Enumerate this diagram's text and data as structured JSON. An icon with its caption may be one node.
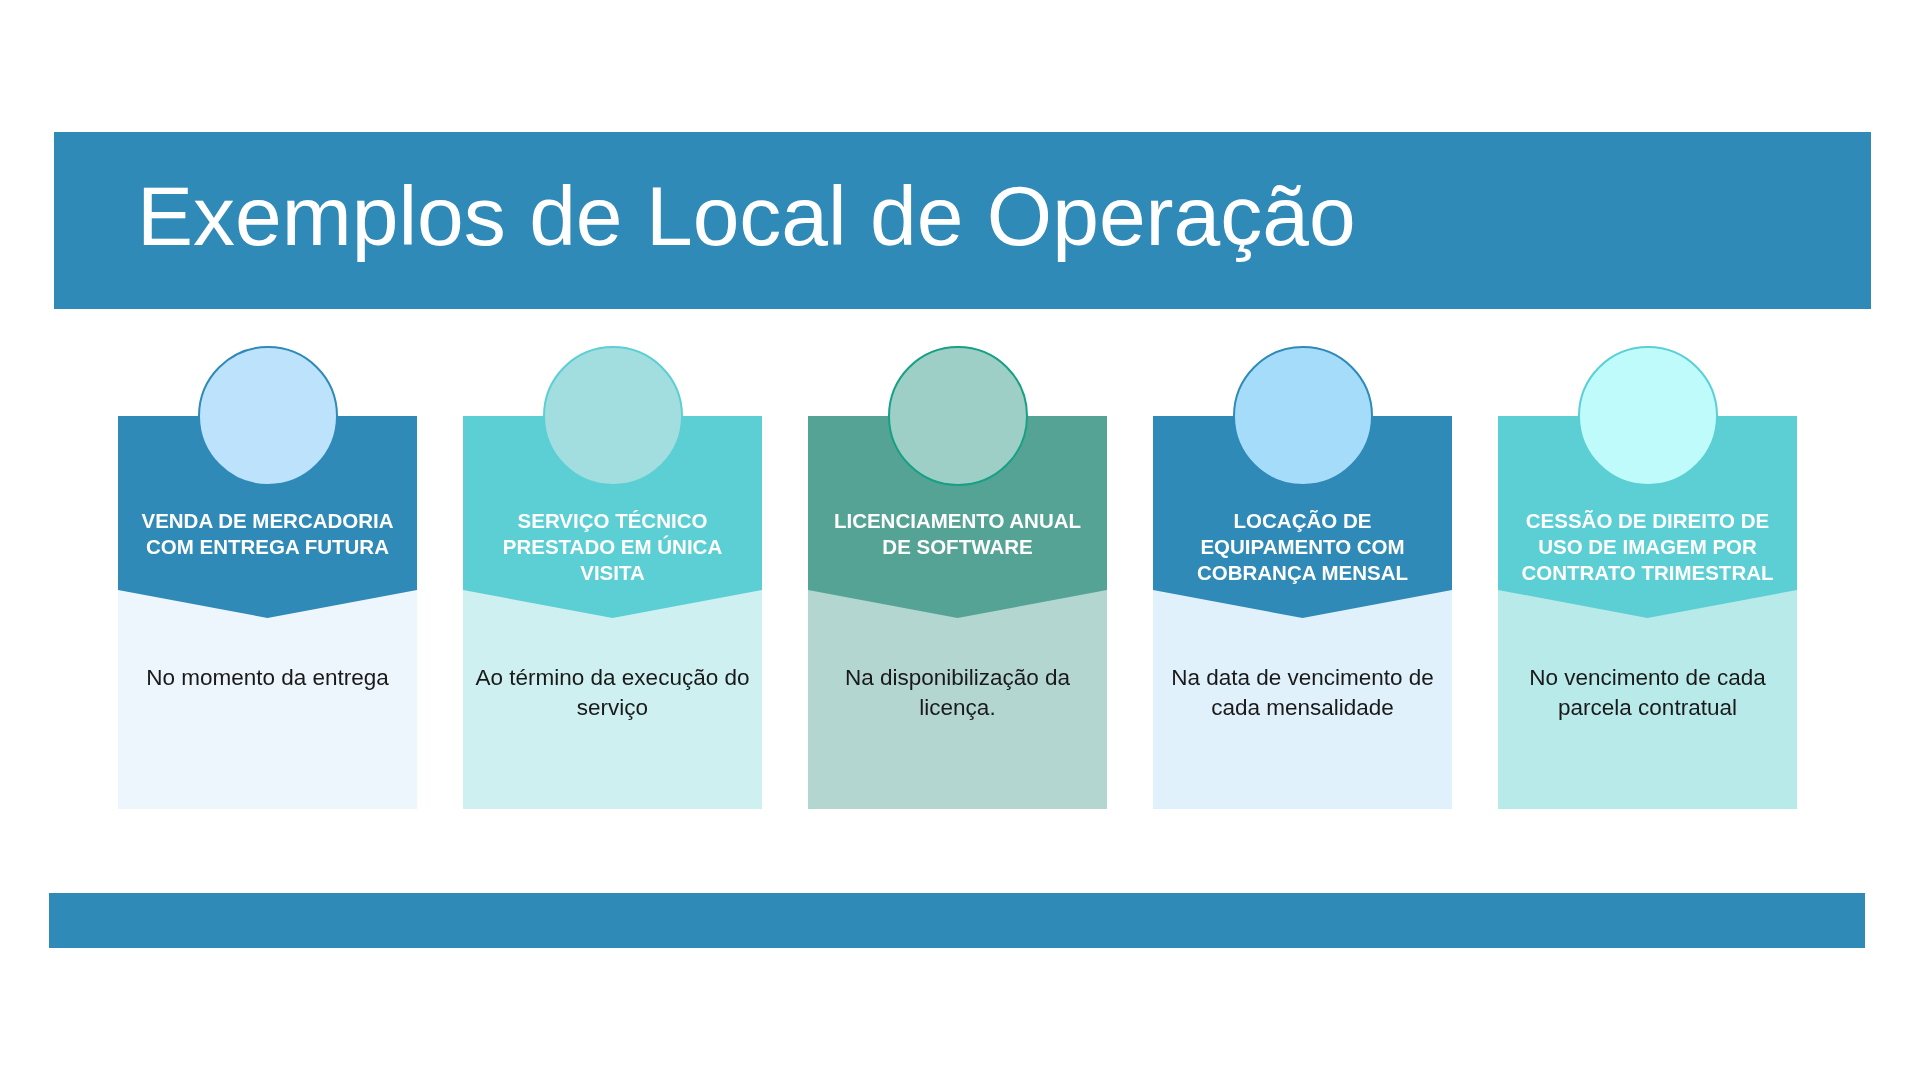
{
  "diagram": {
    "title": "Exemplos de Local de Operação",
    "nodes": [
      {
        "text": [],
        "shape": "circle"
      },
      {
        "text": [
          "VENDA DE MERCADORIA COM ENTREGA FUTURA",
          "No momento da entrega"
        ]
      },
      {
        "text": [],
        "shape": "circle"
      },
      {
        "text": [
          "SERVIÇO TÉCNICO PRESTADO EM ÚNICA VISITA",
          "Ao término da execução do serviço"
        ]
      },
      {
        "text": [],
        "shape": "circle"
      },
      {
        "text": [
          "LICENCIAMENTO ANUAL DE SOFTWARE",
          "Na disponibilização da licença."
        ]
      },
      {
        "text": [],
        "shape": "circle"
      },
      {
        "text": [
          "LOCAÇÃO DE EQUIPAMENTO COM COBRANÇA MENSAL",
          "Na data de vencimento de cada mensalidade"
        ]
      },
      {
        "text": [],
        "shape": "circle"
      },
      {
        "text": [
          "CESSÃO DE DIREITO DE USO DE IMAGEM POR CONTRATO TRIMESTRAL",
          "No vencimento de cada parcela contratual"
        ]
      }
    ]
  }
}
